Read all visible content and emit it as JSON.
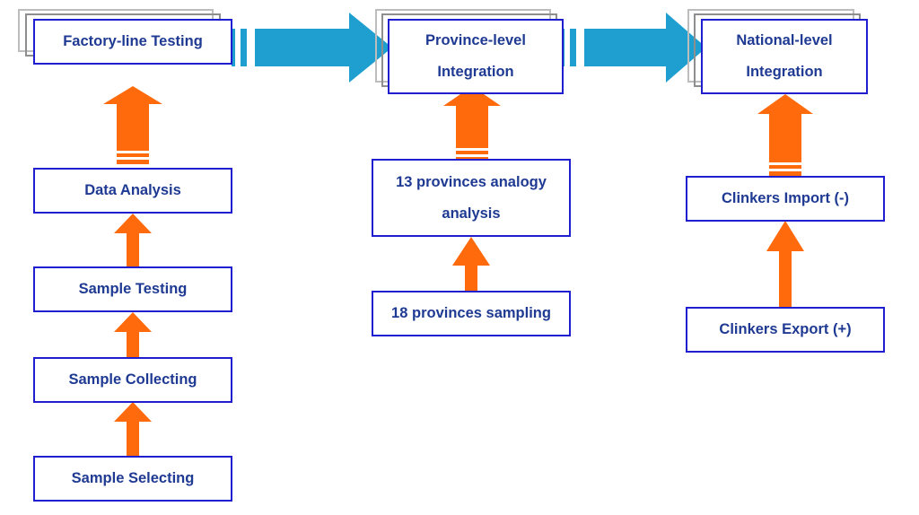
{
  "colors": {
    "box_border": "#1f1fd0",
    "text": "#1f3a93",
    "orange_arrow": "#ff6a0d",
    "blue_arrow": "#1e9fd0",
    "stack_shadow": "#bdbdbd"
  },
  "factory": {
    "header": "Factory-line Testing",
    "steps": [
      "Data Analysis",
      "Sample Testing",
      "Sample Collecting",
      "Sample Selecting"
    ]
  },
  "province": {
    "header_line1": "Province-level",
    "header_line2": "Integration",
    "analysis_line1": "13 provinces analogy",
    "analysis_line2": "analysis",
    "sampling": "18 provinces sampling"
  },
  "national": {
    "header_line1": "National-level",
    "header_line2": "Integration",
    "import": "Clinkers Import (-)",
    "export": "Clinkers Export (+)"
  }
}
